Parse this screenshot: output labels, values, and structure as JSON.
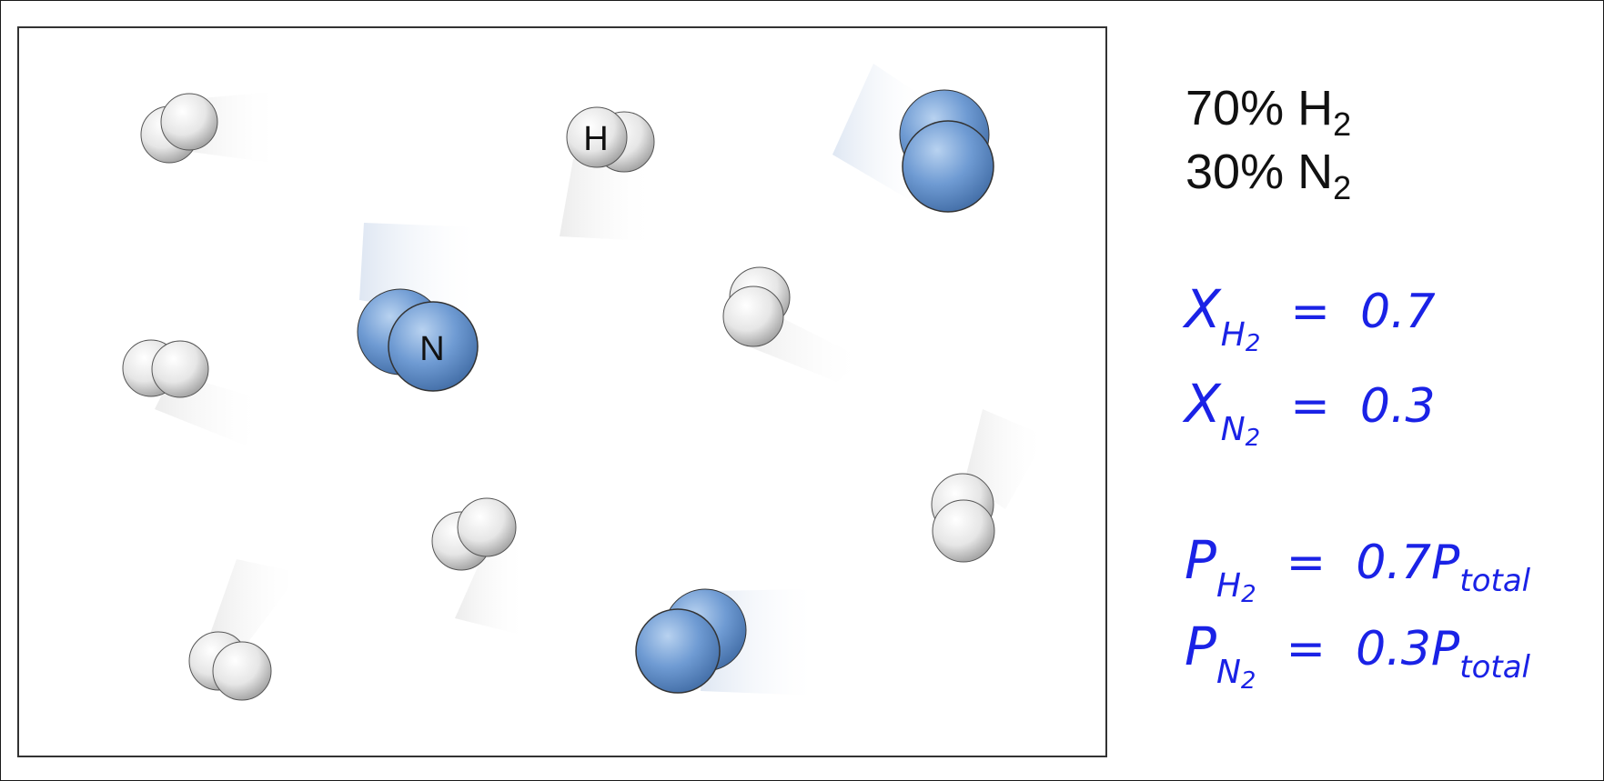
{
  "composition": {
    "h2_percent": "70%",
    "h2_symbol": "H",
    "h2_subscript": "2",
    "n2_percent": "30%",
    "n2_symbol": "N",
    "n2_subscript": "2"
  },
  "equations": {
    "mole_fraction_h2": {
      "symbol": "X",
      "sub_element": "H",
      "sub_index": "2",
      "equals": "=",
      "value": "0.7"
    },
    "mole_fraction_n2": {
      "symbol": "X",
      "sub_element": "N",
      "sub_index": "2",
      "equals": "=",
      "value": "0.3"
    },
    "partial_pressure_h2": {
      "symbol": "P",
      "sub_element": "H",
      "sub_index": "2",
      "equals": "=",
      "coef": "0.7P",
      "total_sub": "total"
    },
    "partial_pressure_n2": {
      "symbol": "P",
      "sub_element": "N",
      "sub_index": "2",
      "equals": "=",
      "coef": "0.3P",
      "total_sub": "total"
    }
  },
  "atom_labels": {
    "hydrogen": "H",
    "nitrogen": "N"
  },
  "colors": {
    "hydrogen_atom": "#e9e9e9",
    "nitrogen_atom": "#6f9bd3",
    "equation_text": "#1a22e6",
    "composition_text": "#111111"
  }
}
